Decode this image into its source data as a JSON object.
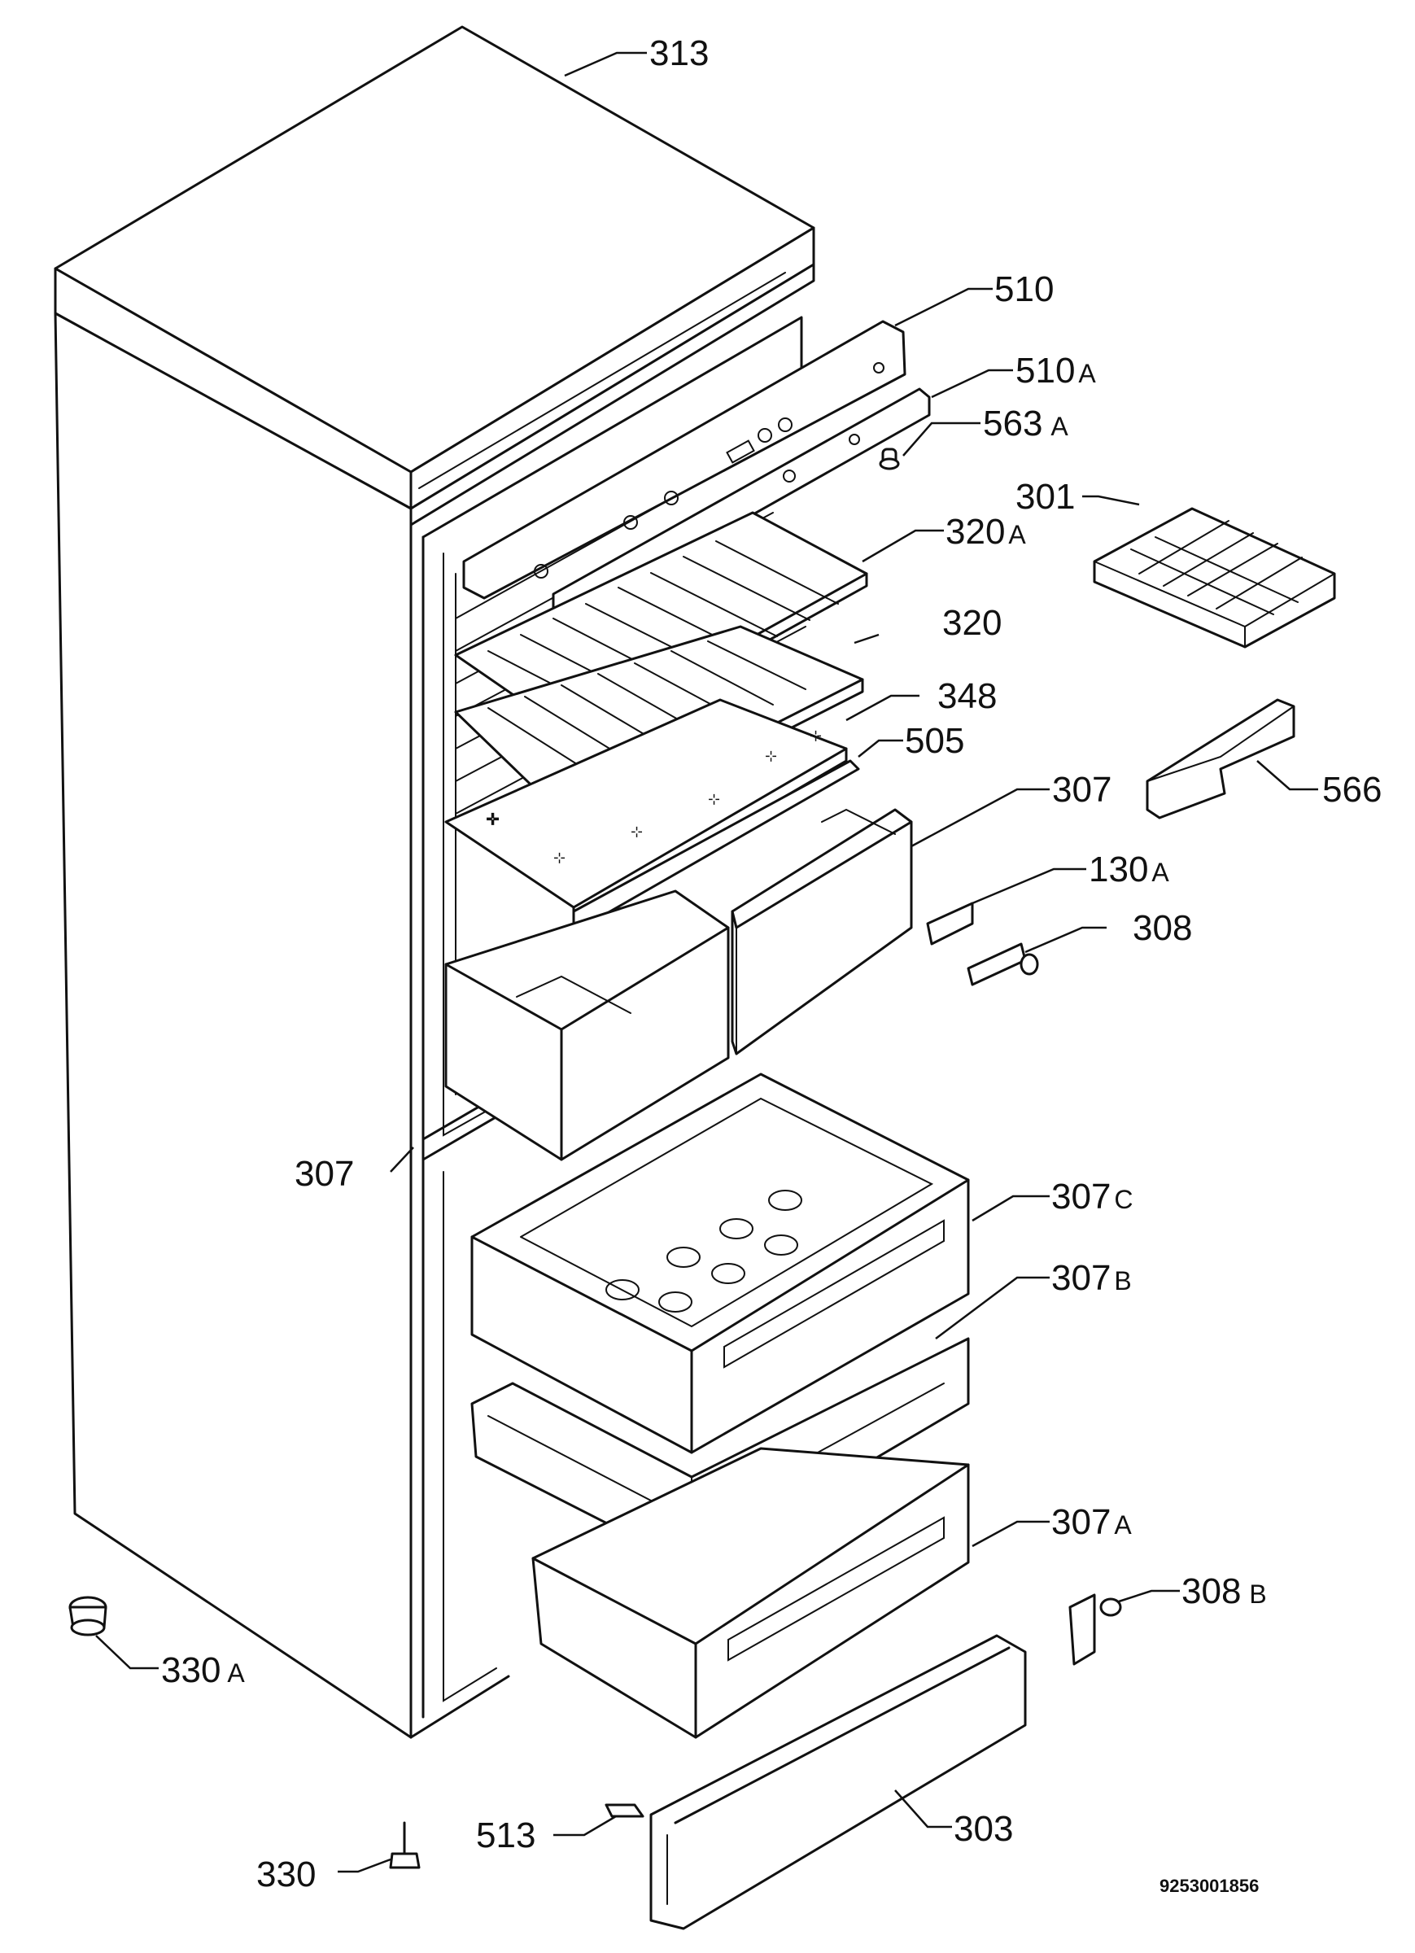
{
  "drawing_code": "9253001856",
  "parts": [
    {
      "id": "p313",
      "num": "313",
      "suffix": ""
    },
    {
      "id": "p510",
      "num": "510",
      "suffix": ""
    },
    {
      "id": "p510a",
      "num": "510",
      "suffix": "A"
    },
    {
      "id": "p563a",
      "num": "563",
      "suffix": "A"
    },
    {
      "id": "p301",
      "num": "301",
      "suffix": ""
    },
    {
      "id": "p320a",
      "num": "320",
      "suffix": "A"
    },
    {
      "id": "p320",
      "num": "320",
      "suffix": ""
    },
    {
      "id": "p348",
      "num": "348",
      "suffix": ""
    },
    {
      "id": "p505",
      "num": "505",
      "suffix": ""
    },
    {
      "id": "p307",
      "num": "307",
      "suffix": ""
    },
    {
      "id": "p566",
      "num": "566",
      "suffix": ""
    },
    {
      "id": "p130a",
      "num": "130",
      "suffix": "A"
    },
    {
      "id": "p308",
      "num": "308",
      "suffix": ""
    },
    {
      "id": "p307l",
      "num": "307",
      "suffix": ""
    },
    {
      "id": "p307c",
      "num": "307",
      "suffix": "C"
    },
    {
      "id": "p307b",
      "num": "307",
      "suffix": "B"
    },
    {
      "id": "p307a",
      "num": "307",
      "suffix": "A"
    },
    {
      "id": "p308b",
      "num": "308",
      "suffix": "B"
    },
    {
      "id": "p330a",
      "num": "330",
      "suffix": "A"
    },
    {
      "id": "p513",
      "num": "513",
      "suffix": ""
    },
    {
      "id": "p303",
      "num": "303",
      "suffix": ""
    },
    {
      "id": "p330",
      "num": "330",
      "suffix": ""
    }
  ]
}
